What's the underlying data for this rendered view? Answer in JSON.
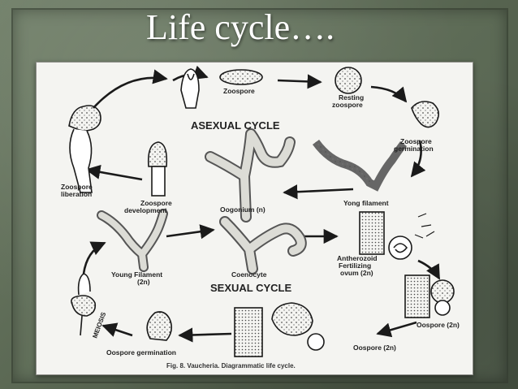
{
  "slide": {
    "title": "Life cycle…."
  },
  "diagram": {
    "cycles": {
      "asexual": "ASEXUAL CYCLE",
      "sexual": "SEXUAL CYCLE"
    },
    "labels": {
      "zoospore": "Zoospore",
      "resting_1": "Resting",
      "resting_2": "zoospore",
      "germination_1": "Zoospore",
      "germination_2": "germination",
      "yong_filament": "Yong filament",
      "oogonium": "Oogonium (n)",
      "zoospore_development_1": "Zoospore",
      "zoospore_development_2": "development",
      "zoospore_liberation_1": "Zoospore",
      "zoospore_liberation_2": "liberation",
      "young_filament_1": "Young Filament",
      "young_filament_2": "(2n)",
      "coenocyte": "Coenocyte",
      "antherozoid_1": "Antherozoid",
      "antherozoid_2": "Fertilizing",
      "antherozoid_3": "ovum (2n)",
      "oospore_2n_right": "Oospore (2n)",
      "oospore_2n_bottom": "Oospore (2n)",
      "oospore_germination": "Oospore germination",
      "meiosis": "MEIOSIS"
    },
    "caption": "Fig. 8. Vaucheria. Diagrammatic life cycle."
  }
}
